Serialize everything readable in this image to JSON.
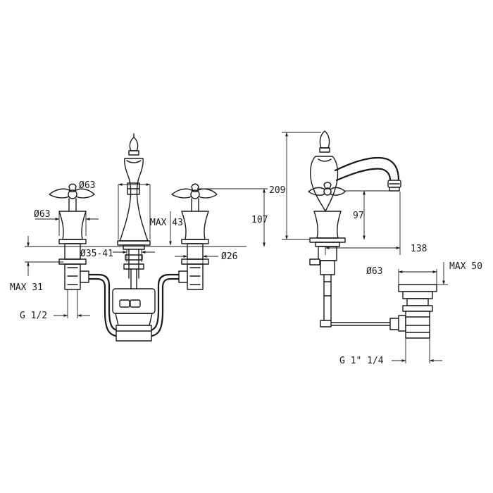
{
  "front_view": {
    "spout_diameter": "Ø63",
    "handle_diameter": "Ø63",
    "max_height_spout": "MAX 43",
    "height_handles": "107",
    "mounting_hole_range": "Ø35-41",
    "handle_stem_diameter": "Ø26",
    "max_deck_thickness": "MAX 31",
    "inlet_thread": "G 1/2"
  },
  "side_view": {
    "total_height": "209",
    "spout_height": "97",
    "spout_reach": "138",
    "waste_diameter": "Ø63",
    "max_waste_height": "MAX 50",
    "waste_thread": "G 1\" 1/4"
  }
}
